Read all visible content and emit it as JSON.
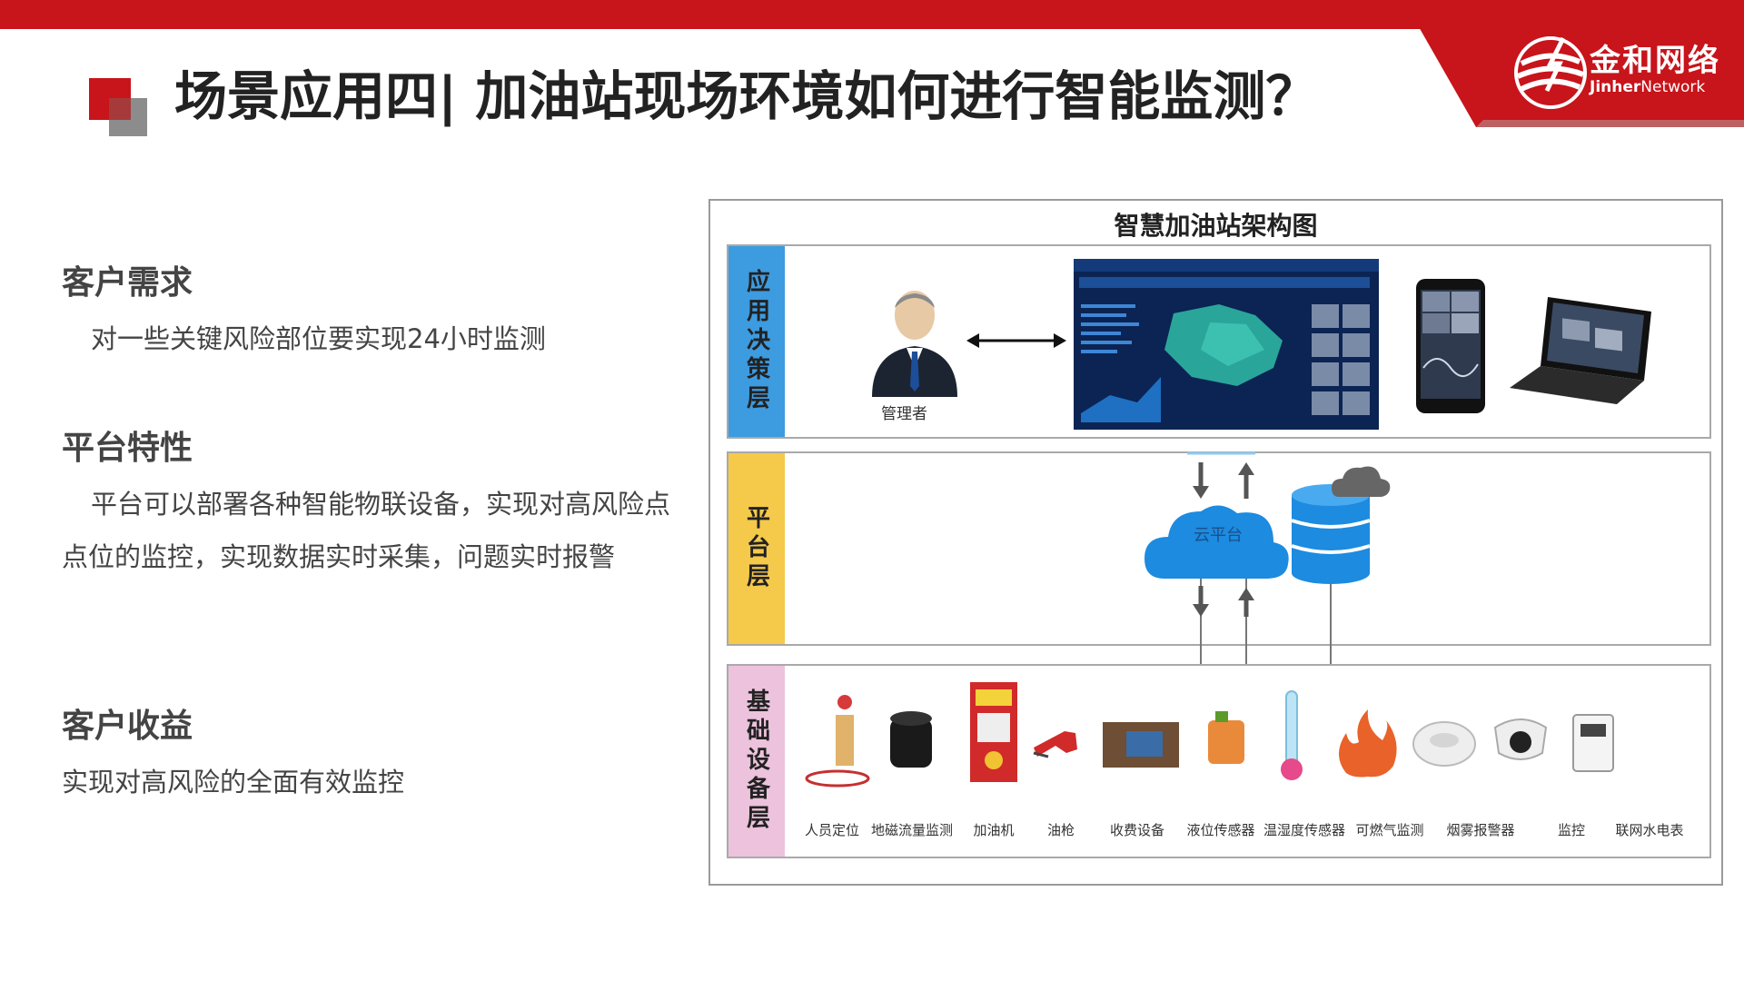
{
  "header": {
    "title": "场景应用四| 加油站现场环境如何进行智能监测？",
    "logo_cn": "金和网络",
    "logo_en_bold": "Jinher",
    "logo_en": "Network",
    "brand_color": "#c8141b"
  },
  "sections": [
    {
      "heading": "客户需求",
      "body": "对一些关键风险部位要实现24小时监测"
    },
    {
      "heading": "平台特性",
      "body": "平台可以部署各种智能物联设备，实现对高风险点点位的监控，实现数据实时采集，问题实时报警"
    },
    {
      "heading": "客户收益",
      "body": "实现对高风险的全面有效监控"
    }
  ],
  "diagram": {
    "title": "智慧加油站架构图",
    "layers": {
      "app": {
        "label": "应用决策层",
        "color": "#3d9be0"
      },
      "platform": {
        "label": "平台层",
        "color": "#f5c94a"
      },
      "base": {
        "label": "基础设备层",
        "color": "#ecc2dc"
      }
    },
    "manager_label": "管理者",
    "cloud_label": "云平台",
    "devices": [
      "人员定位",
      "地磁流量监测",
      "加油机",
      "油枪",
      "收费设备",
      "液位传感器",
      "温湿度传感器",
      "可燃气监测",
      "烟雾报警器",
      "监控",
      "联网水电表"
    ]
  }
}
